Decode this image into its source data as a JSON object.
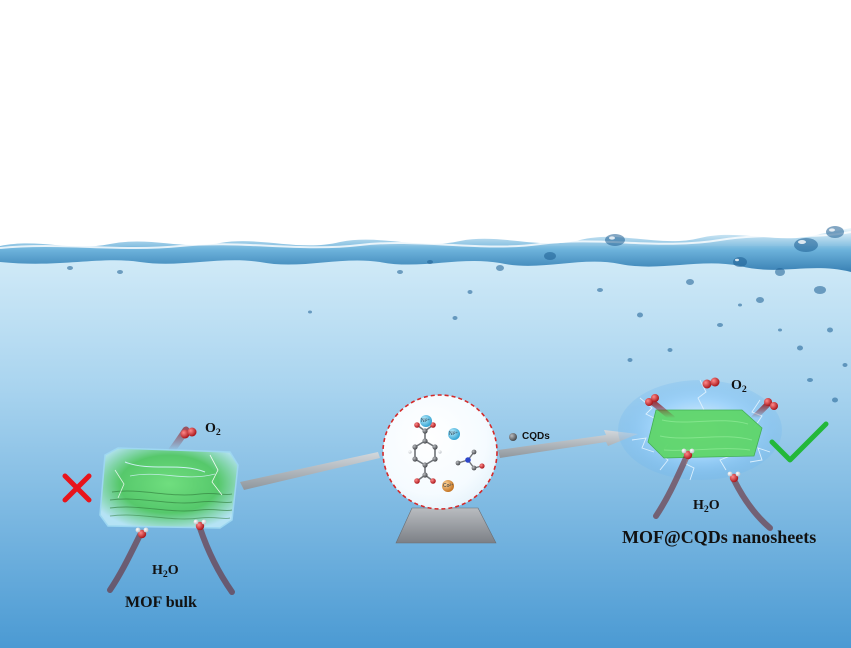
{
  "labels": {
    "left_o2": "O",
    "left_o2_sub": "2",
    "left_h2o_pre": "H",
    "left_h2o_sub": "2",
    "left_h2o_post": "O",
    "left_name": "MOF bulk",
    "cqds": "CQDs",
    "right_o2": "O",
    "right_o2_sub": "2",
    "right_h2o_pre": "H",
    "right_h2o_sub": "2",
    "right_h2o_post": "O",
    "right_name": "MOF@CQDs nanosheets"
  },
  "ions": {
    "ni_top": "Ni²⁺",
    "ni_right": "Ni²⁺",
    "co": "Co²⁺"
  },
  "colors": {
    "water_top": "#c9e6f5",
    "water_bottom": "#4f9fd6",
    "mof_green": "#5fd66a",
    "arrow_gray": "#a9adb2",
    "cross_red": "#e8141b",
    "check_green": "#23b83a",
    "circle_dash": "#d42a2a",
    "oxygen_red": "#c0141a"
  },
  "icons": {
    "fail": "red-cross-icon",
    "success": "green-check-icon"
  }
}
